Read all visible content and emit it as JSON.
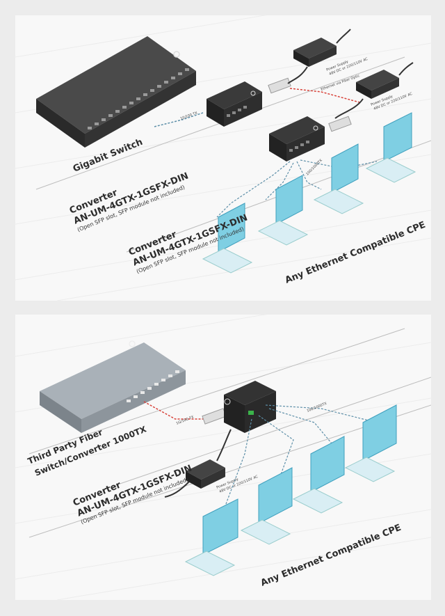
{
  "diagram1": {
    "switch_label": "Gigabit Switch",
    "converter_a": {
      "title": "Converter",
      "model": "AN-UM-4GTX-1GSFX-DIN",
      "note": "(Open SFP slot, SFP module not included)"
    },
    "converter_b": {
      "title": "Converter",
      "model": "AN-UM-4GTX-1GSFX-DIN",
      "note": "(Open SFP slot, SFP module not included)"
    },
    "cpe_label": "Any Ethernet Compatible CPE",
    "power_a": {
      "line1": "Power Supply",
      "line2": "48V DC or 220/110V AC"
    },
    "power_b": {
      "line1": "Power Supply",
      "line2": "48V DC or 220/110V AC"
    },
    "link_label": "10/100 TX",
    "fiber_label": "Ethernet via Fiber Optic",
    "lan_label": "100/1000TX"
  },
  "diagram2": {
    "switch_label_1": "Third Party Fiber",
    "switch_label_2": "Switch/Converter 1000TX",
    "converter": {
      "title": "Converter",
      "model": "AN-UM-4GTX-1GSFX-DIN",
      "note": "(Open SFP slot, SFP module not included)"
    },
    "cpe_label": "Any Ethernet Compatible CPE",
    "power": {
      "line1": "Power Supply",
      "line2": "48V DC or 220/110V AC"
    },
    "fiber_label": "1G/10G FX",
    "lan_label": "100/1000TX"
  },
  "colors": {
    "monitor": "#7fcfe3",
    "monitor_dark": "#3f9fbd",
    "fiber": "#d8423a",
    "ethernet": "#5d8fa8",
    "device": "#2e2e2e"
  }
}
